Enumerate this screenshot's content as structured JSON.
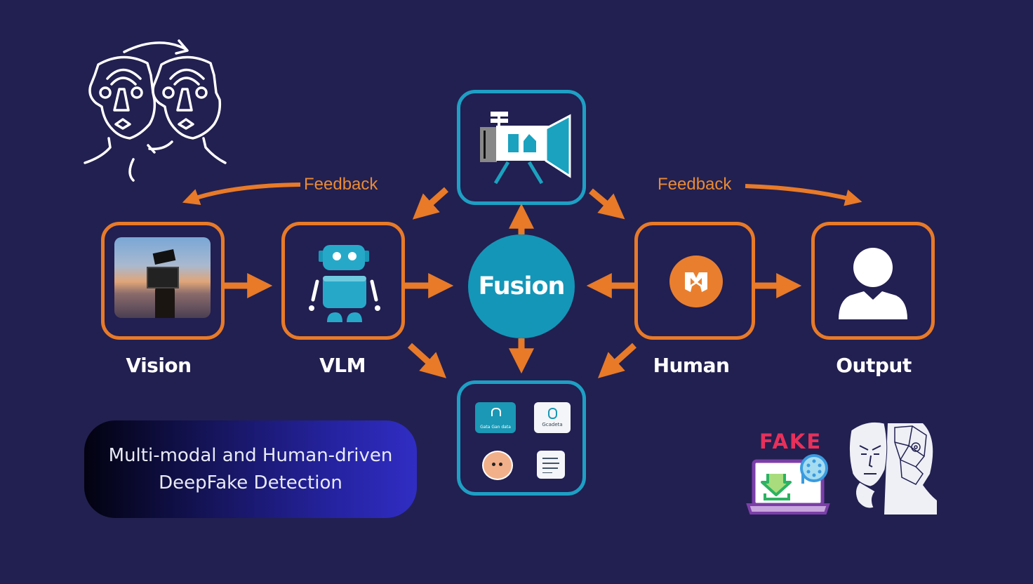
{
  "title": {
    "line1": "Multi-modal and Human-driven",
    "line2": "DeepFake Detection"
  },
  "nodes": {
    "vision": {
      "label": "Vision",
      "icon": "landscape-camera-photo-icon"
    },
    "vlm": {
      "label": "VLM",
      "icon": "robot-icon"
    },
    "fusion": {
      "label": "Fusion"
    },
    "human": {
      "label": "Human",
      "icon": "orange-badge-icon"
    },
    "output": {
      "label": "Output",
      "icon": "user-silhouette-icon"
    },
    "top": {
      "icon": "video-camera-icon"
    },
    "bottom": {
      "icon": "app-tiles-icon",
      "tiles": [
        "Gata Gan data",
        "Gcadeta"
      ]
    }
  },
  "feedback": {
    "left": "Feedback",
    "right": "Feedback"
  },
  "decorations": {
    "faces_icon": "face-swap-icon",
    "fake_label": "FAKE",
    "fake_icon": "laptop-fake-download-icon",
    "mask_icon": "mask-face-mesh-icon"
  },
  "colors": {
    "background": "#222050",
    "orange": "#e87a28",
    "cyan": "#1e9fc4",
    "fusion": "#1496b8",
    "fake_red": "#e8305a"
  }
}
